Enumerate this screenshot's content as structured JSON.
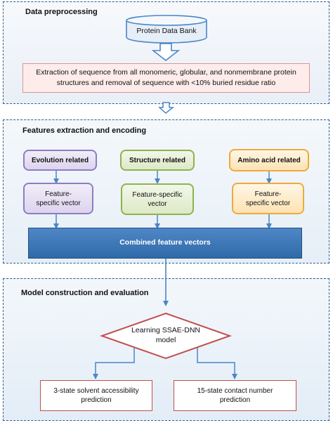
{
  "sections": {
    "preprocessing": {
      "title": "Data preprocessing"
    },
    "features": {
      "title": "Features extraction and encoding"
    },
    "model": {
      "title": "Model construction and evaluation"
    }
  },
  "database": {
    "label": "Protein Data Bank"
  },
  "extraction": {
    "text": "Extraction of sequence from all monomeric, globular, and nonmembrane protein structures and removal of sequence with <10%  buried residue ratio"
  },
  "categories": [
    {
      "label": "Evolution related",
      "vector": "Feature-specific vector"
    },
    {
      "label": "Structure related",
      "vector": "Feature-specific vector"
    },
    {
      "label": "Amino acid related",
      "vector": "Feature-specific vector"
    }
  ],
  "combined": {
    "label": "Combined feature vectors"
  },
  "learning": {
    "label": "Learning SSAE-DNN model"
  },
  "outputs": [
    {
      "label": "3-state solvent accessibility prediction"
    },
    {
      "label": "15-state contact number prediction"
    }
  ],
  "colors": {
    "section_border": "#2e5e8f",
    "arrow": "#4a86c8",
    "evolution": "#8e7cc3",
    "structure": "#8fb24f",
    "amino_acid": "#f0a93c",
    "combined": "#2f6aa8",
    "decision": "#c0504d"
  }
}
